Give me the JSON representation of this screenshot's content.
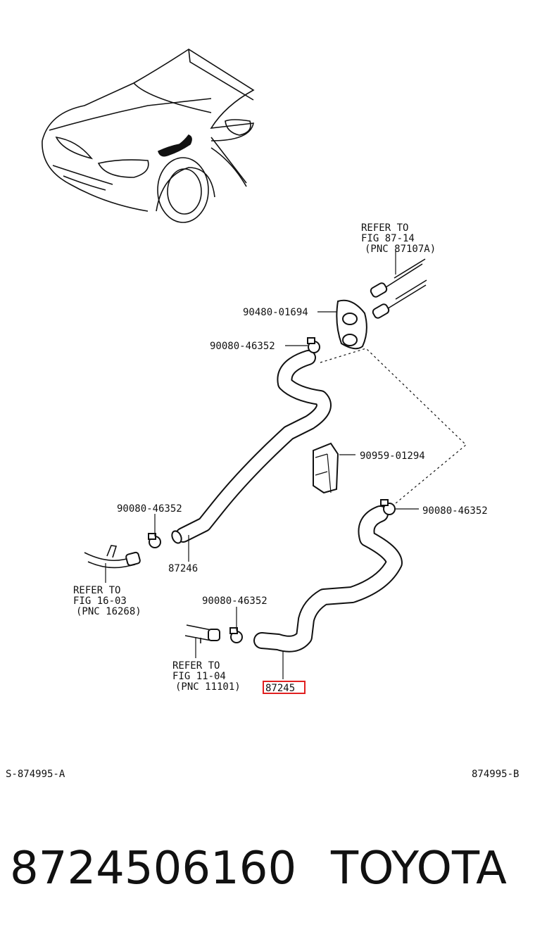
{
  "diagram": {
    "callouts": {
      "refer_87_14": [
        "REFER TO",
        "FIG 87-14",
        "(PNC 87107A)"
      ],
      "grommet": "90480-01694",
      "clamp_top": "90080-46352",
      "clip": "90959-01294",
      "clamp_left": "90080-46352",
      "clamp_right": "90080-46352",
      "hose_upper": "87246",
      "refer_16_03": [
        "REFER TO",
        "FIG 16-03",
        "(PNC 16268)"
      ],
      "clamp_bottom": "90080-46352",
      "refer_11_04": [
        "REFER TO",
        "FIG 11-04",
        "(PNC 11101)"
      ],
      "hose_lower": "87245"
    },
    "highlight_color": "#e02020",
    "footer_left": "S-874995-A",
    "footer_right": "874995-B"
  },
  "product": {
    "part_number": "8724506160",
    "brand": "TOYOTA"
  }
}
